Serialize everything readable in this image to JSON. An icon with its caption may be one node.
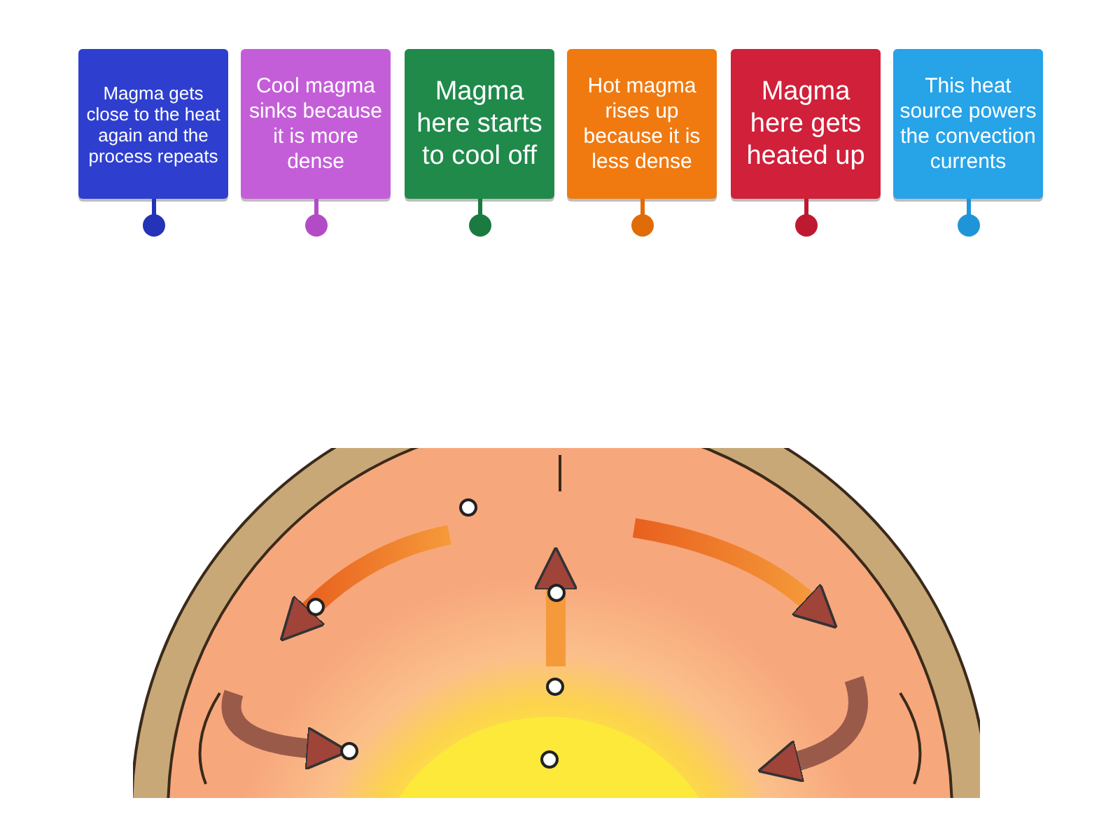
{
  "diagram": {
    "nodes": [
      {
        "text": [
          "Magma gets close to the heat again and the process repeats"
        ]
      },
      {
        "text": [
          "Cool magma sinks because it is more dense"
        ]
      },
      {
        "text": [
          "Magma here starts to cool off"
        ]
      },
      {
        "text": [
          "Hot magma rises up because it is less dense"
        ]
      },
      {
        "text": [
          "Magma here gets heated up"
        ]
      },
      {
        "text": [
          "This heat source powers the convection currents"
        ]
      },
      {
        "text": [],
        "shape": "picture"
      },
      {
        "text": [],
        "shape": "circle",
        "in": 6
      },
      {
        "text": [],
        "shape": "circle",
        "in": 6
      },
      {
        "text": [],
        "shape": "circle",
        "in": 6
      },
      {
        "text": [],
        "shape": "circle",
        "in": 6
      },
      {
        "text": [],
        "shape": "circle",
        "in": 6
      },
      {
        "text": [],
        "shape": "circle",
        "in": 6
      }
    ]
  }
}
